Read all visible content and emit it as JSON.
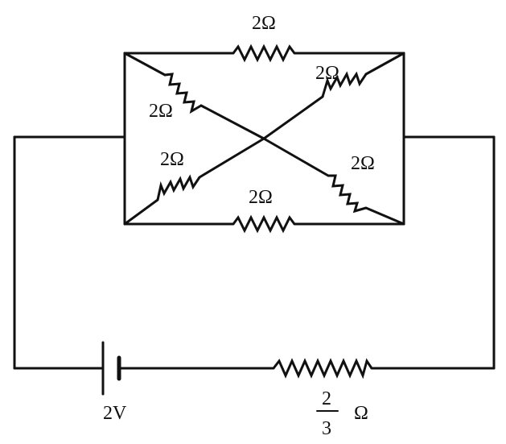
{
  "diagram": {
    "resistors": {
      "top": "2Ω",
      "bottom": "2Ω",
      "upper_left_diagonal": "2Ω",
      "upper_right_diagonal": "2Ω",
      "lower_left_diagonal": "2Ω",
      "lower_right_diagonal": "2Ω"
    },
    "battery": {
      "label": "2V"
    },
    "series_resistor": {
      "numerator": "2",
      "denominator": "3",
      "unit": "Ω"
    }
  }
}
